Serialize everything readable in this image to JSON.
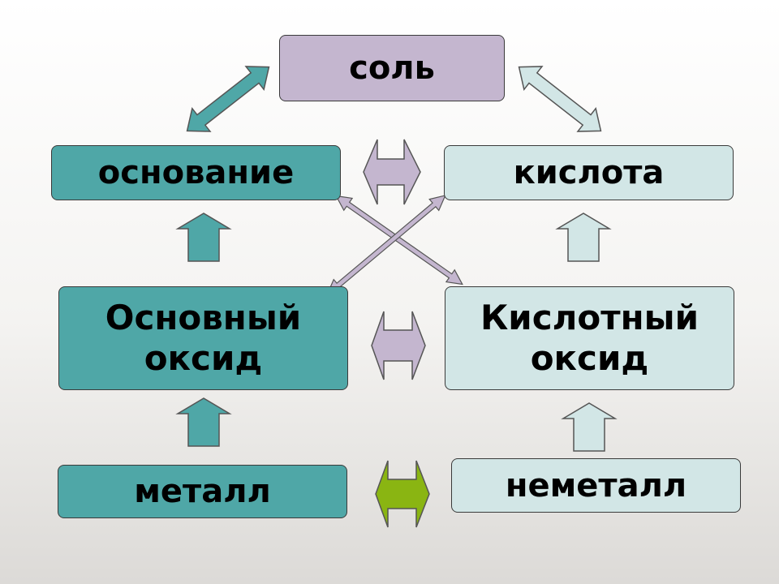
{
  "nodes": {
    "salt": "соль",
    "base": "основание",
    "acid": "кислота",
    "basic_oxide": [
      "Основный",
      "оксид"
    ],
    "acidic_oxide": [
      "Кислотный",
      "оксид"
    ],
    "metal": "металл",
    "nonmetal": "неметалл"
  },
  "colors": {
    "teal": "#4fa7a7",
    "teal_light": "#d2e6e6",
    "lavender": "#c4b6cf",
    "green": "#8ab512",
    "outline": "#3a3a3a",
    "line": "#555555"
  }
}
